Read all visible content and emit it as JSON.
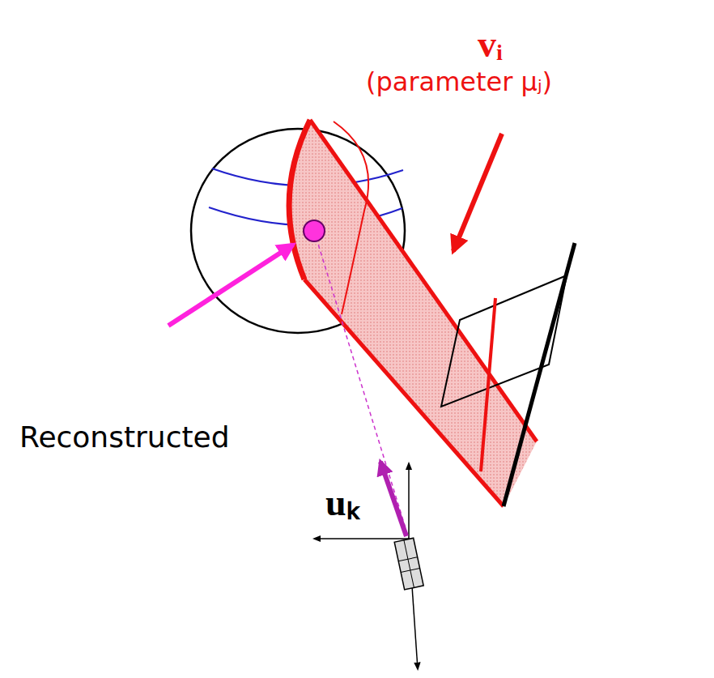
{
  "diagram": {
    "labels": [
      "vᵢ",
      "(parameter μⱼ)",
      "Reconstructed",
      "uₖ"
    ]
  }
}
